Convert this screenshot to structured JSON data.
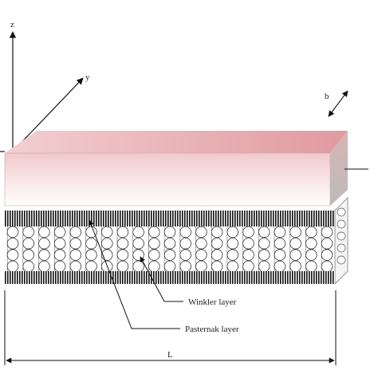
{
  "diagram": {
    "axis_labels": {
      "z": "z",
      "y": "y",
      "b": "b",
      "length": "L"
    },
    "callouts": {
      "winkler": "Winkler layer",
      "pasternak": "Pasternak layer"
    },
    "springs": {
      "rows": 4,
      "columns": 21
    },
    "colors": {
      "beam_top": "#e8a3a8",
      "beam_front_top": "#f1c9cc",
      "beam_front_bottom": "#ffffff",
      "beam_side": "#c8c4c4",
      "foundation_band": "#111111",
      "line": "#111111"
    }
  }
}
